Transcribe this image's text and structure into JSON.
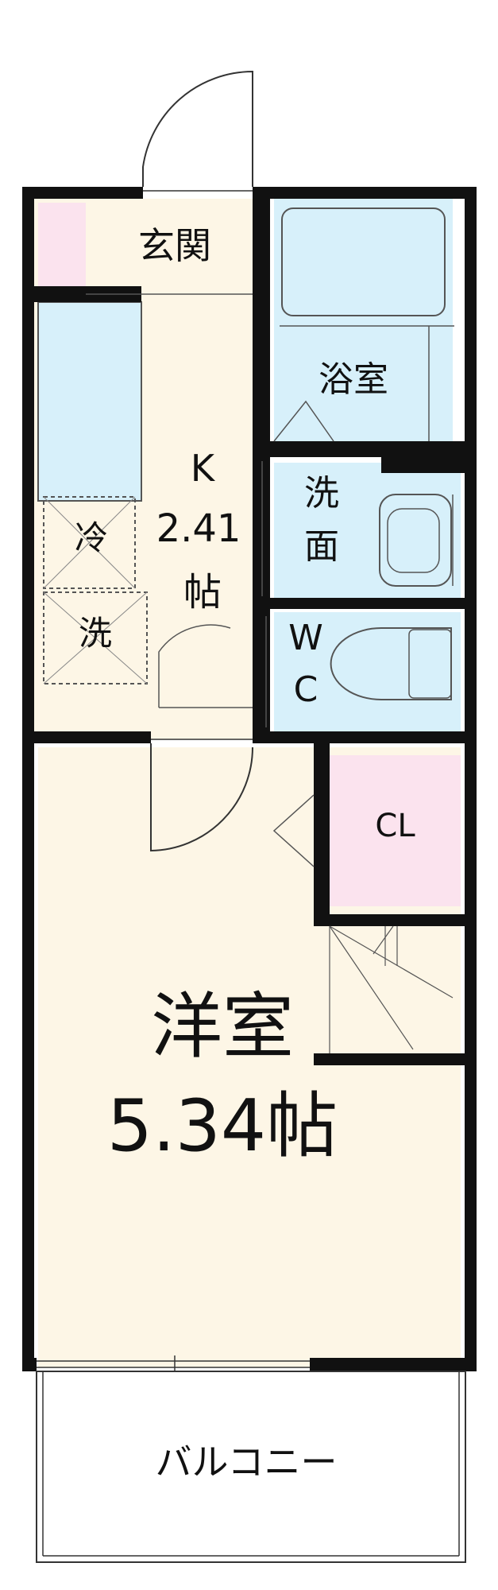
{
  "rooms": {
    "entrance": "玄関",
    "bath": "浴室",
    "washroom_1": "洗",
    "washroom_2": "面",
    "wc_1": "W",
    "wc_2": "C",
    "kitchen_1": "K",
    "kitchen_2": "2.41",
    "kitchen_3": "帖",
    "fridge": "冷",
    "washer": "洗",
    "closet": "CL",
    "western_1": "洋室",
    "western_2": "5.34帖",
    "balcony": "バルコニー"
  },
  "colors": {
    "wall": "#111111",
    "floor": "#fdf6e6",
    "wet_area": "#d7f0fa",
    "closet": "#fbe3ee",
    "shoe_cabinet": "#fbe3ee",
    "fixture_line": "#555555",
    "thin_line": "#333333"
  }
}
